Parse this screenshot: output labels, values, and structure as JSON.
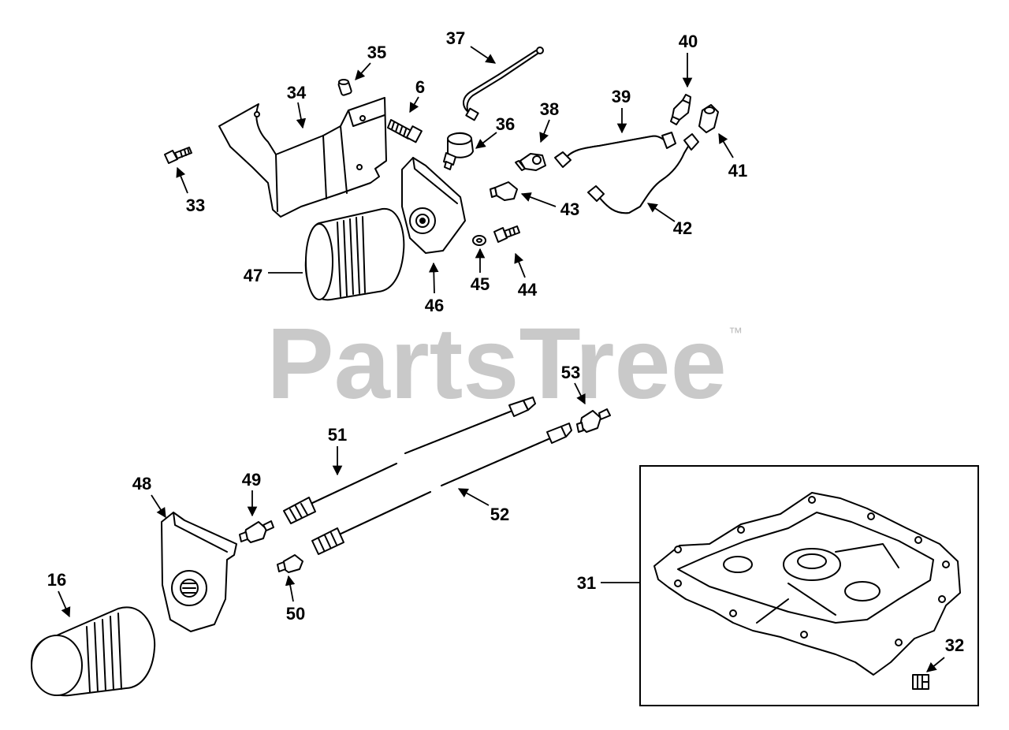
{
  "watermark": {
    "text": "PartsTree",
    "trademark": "™"
  },
  "colors": {
    "line": "#000000",
    "background": "#ffffff",
    "watermark": "#c9c9c9"
  },
  "callouts": [
    {
      "label": "37"
    },
    {
      "label": "40"
    },
    {
      "label": "35"
    },
    {
      "label": "6"
    },
    {
      "label": "34"
    },
    {
      "label": "39"
    },
    {
      "label": "38"
    },
    {
      "label": "36"
    },
    {
      "label": "41"
    },
    {
      "label": "33"
    },
    {
      "label": "43"
    },
    {
      "label": "42"
    },
    {
      "label": "47"
    },
    {
      "label": "45"
    },
    {
      "label": "44"
    },
    {
      "label": "46"
    },
    {
      "label": "53"
    },
    {
      "label": "51"
    },
    {
      "label": "49"
    },
    {
      "label": "48"
    },
    {
      "label": "52"
    },
    {
      "label": "16"
    },
    {
      "label": "31"
    },
    {
      "label": "50"
    },
    {
      "label": "32"
    }
  ]
}
